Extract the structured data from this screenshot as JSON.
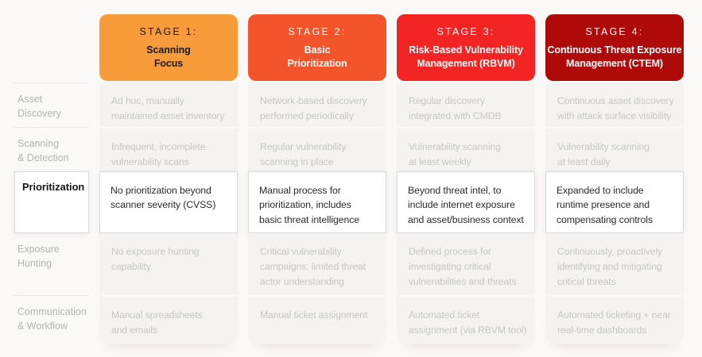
{
  "colors": {
    "page_bg": "#FBF8F8",
    "card_bg": "#F5F2F2",
    "faded_text": "#C9C5C6",
    "label_text": "#B7B3B4",
    "highlight_bg": "#FFFFFF",
    "highlight_border": "#DDD9DA"
  },
  "chart_data": {
    "type": "table",
    "title": "Vulnerability management maturity stages",
    "columns": [
      "Stage 1: Scanning Focus",
      "Stage 2: Basic Prioritization",
      "Stage 3: Risk-Based Vulnerability Management (RBVM)",
      "Stage 4: Continuous Threat Exposure Management (CTEM)"
    ],
    "row_labels": [
      "Asset Discovery",
      "Scanning & Detection",
      "Prioritization",
      "Exposure Hunting",
      "Communication & Workflow"
    ],
    "highlighted_row": "Prioritization",
    "cells": [
      [
        "Ad hoc, manually maintained asset inventory",
        "Network-based discovery performed periodically",
        "Regular discovery integrated with CMDB",
        "Continuous asset discovery with attack surface visibility"
      ],
      [
        "Infrequent, incomplete vulnerability scans",
        "Regular vulnerability scanning in place",
        "Vulnerability scanning at least weekly",
        "Vulnerability scanning at least daily"
      ],
      [
        "No prioritization beyond scanner severity (CVSS)",
        "Manual process for prioritization, includes basic threat intelligence",
        "Beyond threat intel, to include internet exposure and asset/business context",
        "Expanded to include runtime presence and compensating controls"
      ],
      [
        "No exposure hunting capability",
        "Critical vulnerability campaigns; limited threat actor understanding",
        "Defined process for investigating critical vulnerabilities and threats",
        "Continuously, proactively identifying and mitigating critical threats"
      ],
      [
        "Manual spreadsheets and emails",
        "Manual ticket assignment",
        "Automated ticket assignment (via RBVM tool)",
        "Automated ticketing + near real-time dashboards"
      ]
    ]
  },
  "table": {
    "stages": [
      {
        "title": "STAGE 1:",
        "subtitle": "Scanning\nFocus",
        "bg": "#F89C3B",
        "text": "#1A1A1A"
      },
      {
        "title": "STAGE 2:",
        "subtitle": "Basic\nPrioritization",
        "bg": "#F4542C",
        "text": "#FFFFFF"
      },
      {
        "title": "STAGE 3:",
        "subtitle": "Risk-Based Vulnerability\nManagement (RBVM)",
        "bg": "#F22424",
        "text": "#FFFFFF"
      },
      {
        "title": "STAGE 4:",
        "subtitle": "Continuous Threat Exposure\nManagement (CTEM)",
        "bg": "#AE0A0A",
        "text": "#FFFFFF"
      }
    ],
    "rows": [
      {
        "label": "Asset\nDiscovery",
        "cells": [
          "Ad hoc, manually\nmaintained asset inventory",
          "Network-based discovery\nperformed periodically",
          "Regular discovery\nintegrated with CMDB",
          "Continuous asset discovery\nwith attack surface visibility"
        ]
      },
      {
        "label": "Scanning\n& Detection",
        "cells": [
          "Infrequent, incomplete\nvulnerability scans",
          "Regular vulnerability\nscanning in place",
          "Vulnerability scanning\nat least weekly",
          "Vulnerability scanning\nat least daily"
        ]
      },
      {
        "label": "Prioritization",
        "cells": [
          "No prioritization beyond\nscanner severity (CVSS)",
          "Manual process for\nprioritization, includes\nbasic threat intelligence",
          "Beyond threat intel, to\ninclude internet exposure\nand asset/business context",
          "Expanded to include\nruntime presence and\ncompensating controls"
        ]
      },
      {
        "label": "Exposure\nHunting",
        "cells": [
          "No exposure hunting\ncapability",
          "Critical vulnerability\ncampaigns; limited threat\nactor understanding",
          "Defined process for\ninvestigating critical\nvulnerabilities and threats",
          "Continuously, proactively\nidentifying and mitigating\ncritical threats"
        ]
      },
      {
        "label": "Communication\n& Workflow",
        "cells": [
          "Manual spreadsheets\nand emails",
          "Manual ticket assignment",
          "Automated ticket\nassignment (via RBVM tool)",
          "Automated ticketing + near\nreal-time dashboards"
        ]
      }
    ]
  }
}
